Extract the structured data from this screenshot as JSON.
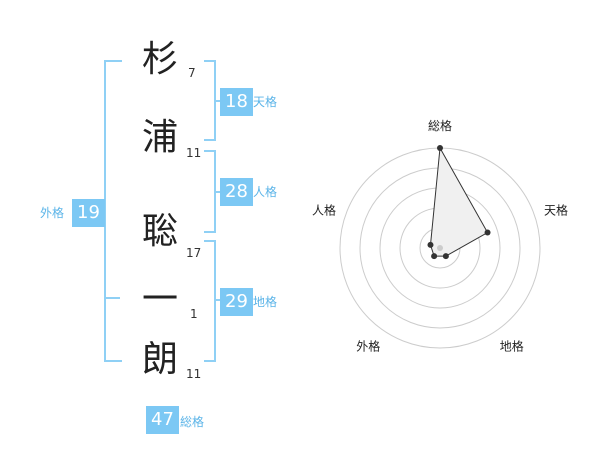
{
  "name_chars": [
    {
      "char": "杉",
      "strokes": "7"
    },
    {
      "char": "浦",
      "strokes": "11"
    },
    {
      "char": "聡",
      "strokes": "17"
    },
    {
      "char": "一",
      "strokes": "1"
    },
    {
      "char": "朗",
      "strokes": "11"
    }
  ],
  "scores": {
    "tenkaku": {
      "value": "18",
      "label": "天格"
    },
    "jinkaku": {
      "value": "28",
      "label": "人格"
    },
    "chikaku": {
      "value": "29",
      "label": "地格"
    },
    "gaikaku": {
      "value": "19",
      "label": "外格"
    },
    "soukaku": {
      "value": "47",
      "label": "総格"
    }
  },
  "radar": {
    "axes": [
      "総格",
      "天格",
      "地格",
      "外格",
      "人格"
    ],
    "levels": [
      1.0,
      0.5,
      0.1,
      0.1,
      0.1
    ],
    "fill_color": "#f0f0f0",
    "line_color": "#333333",
    "ring_color": "#cccccc"
  },
  "colors": {
    "accent": "#7cc8f4",
    "bracket": "#8fd0f5",
    "label": "#5bb4e8"
  }
}
